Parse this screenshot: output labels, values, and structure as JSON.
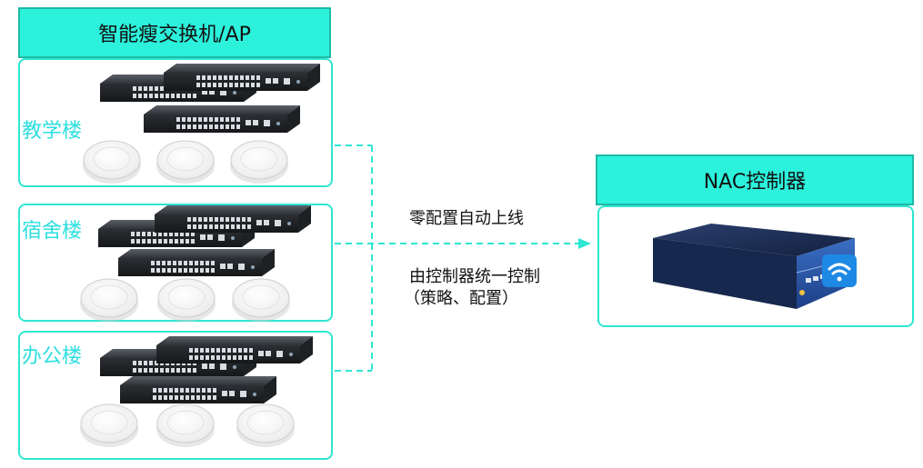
{
  "left_header": {
    "title": "智能瘦交换机/AP"
  },
  "buildings": [
    {
      "label": "教学楼"
    },
    {
      "label": "宿舍楼"
    },
    {
      "label": "办公楼"
    }
  ],
  "captions": {
    "line1": "零配置自动上线",
    "line2": "由控制器统一控制",
    "line3": "（策略、配置）"
  },
  "right_header": {
    "title": "NAC控制器"
  },
  "colors": {
    "header_fill": "#2cf2dc",
    "panel_border": "#2de7d2",
    "label": "#2ddfe0",
    "connector": "#2de7d2",
    "wifi_badge": "#1e88e5"
  }
}
